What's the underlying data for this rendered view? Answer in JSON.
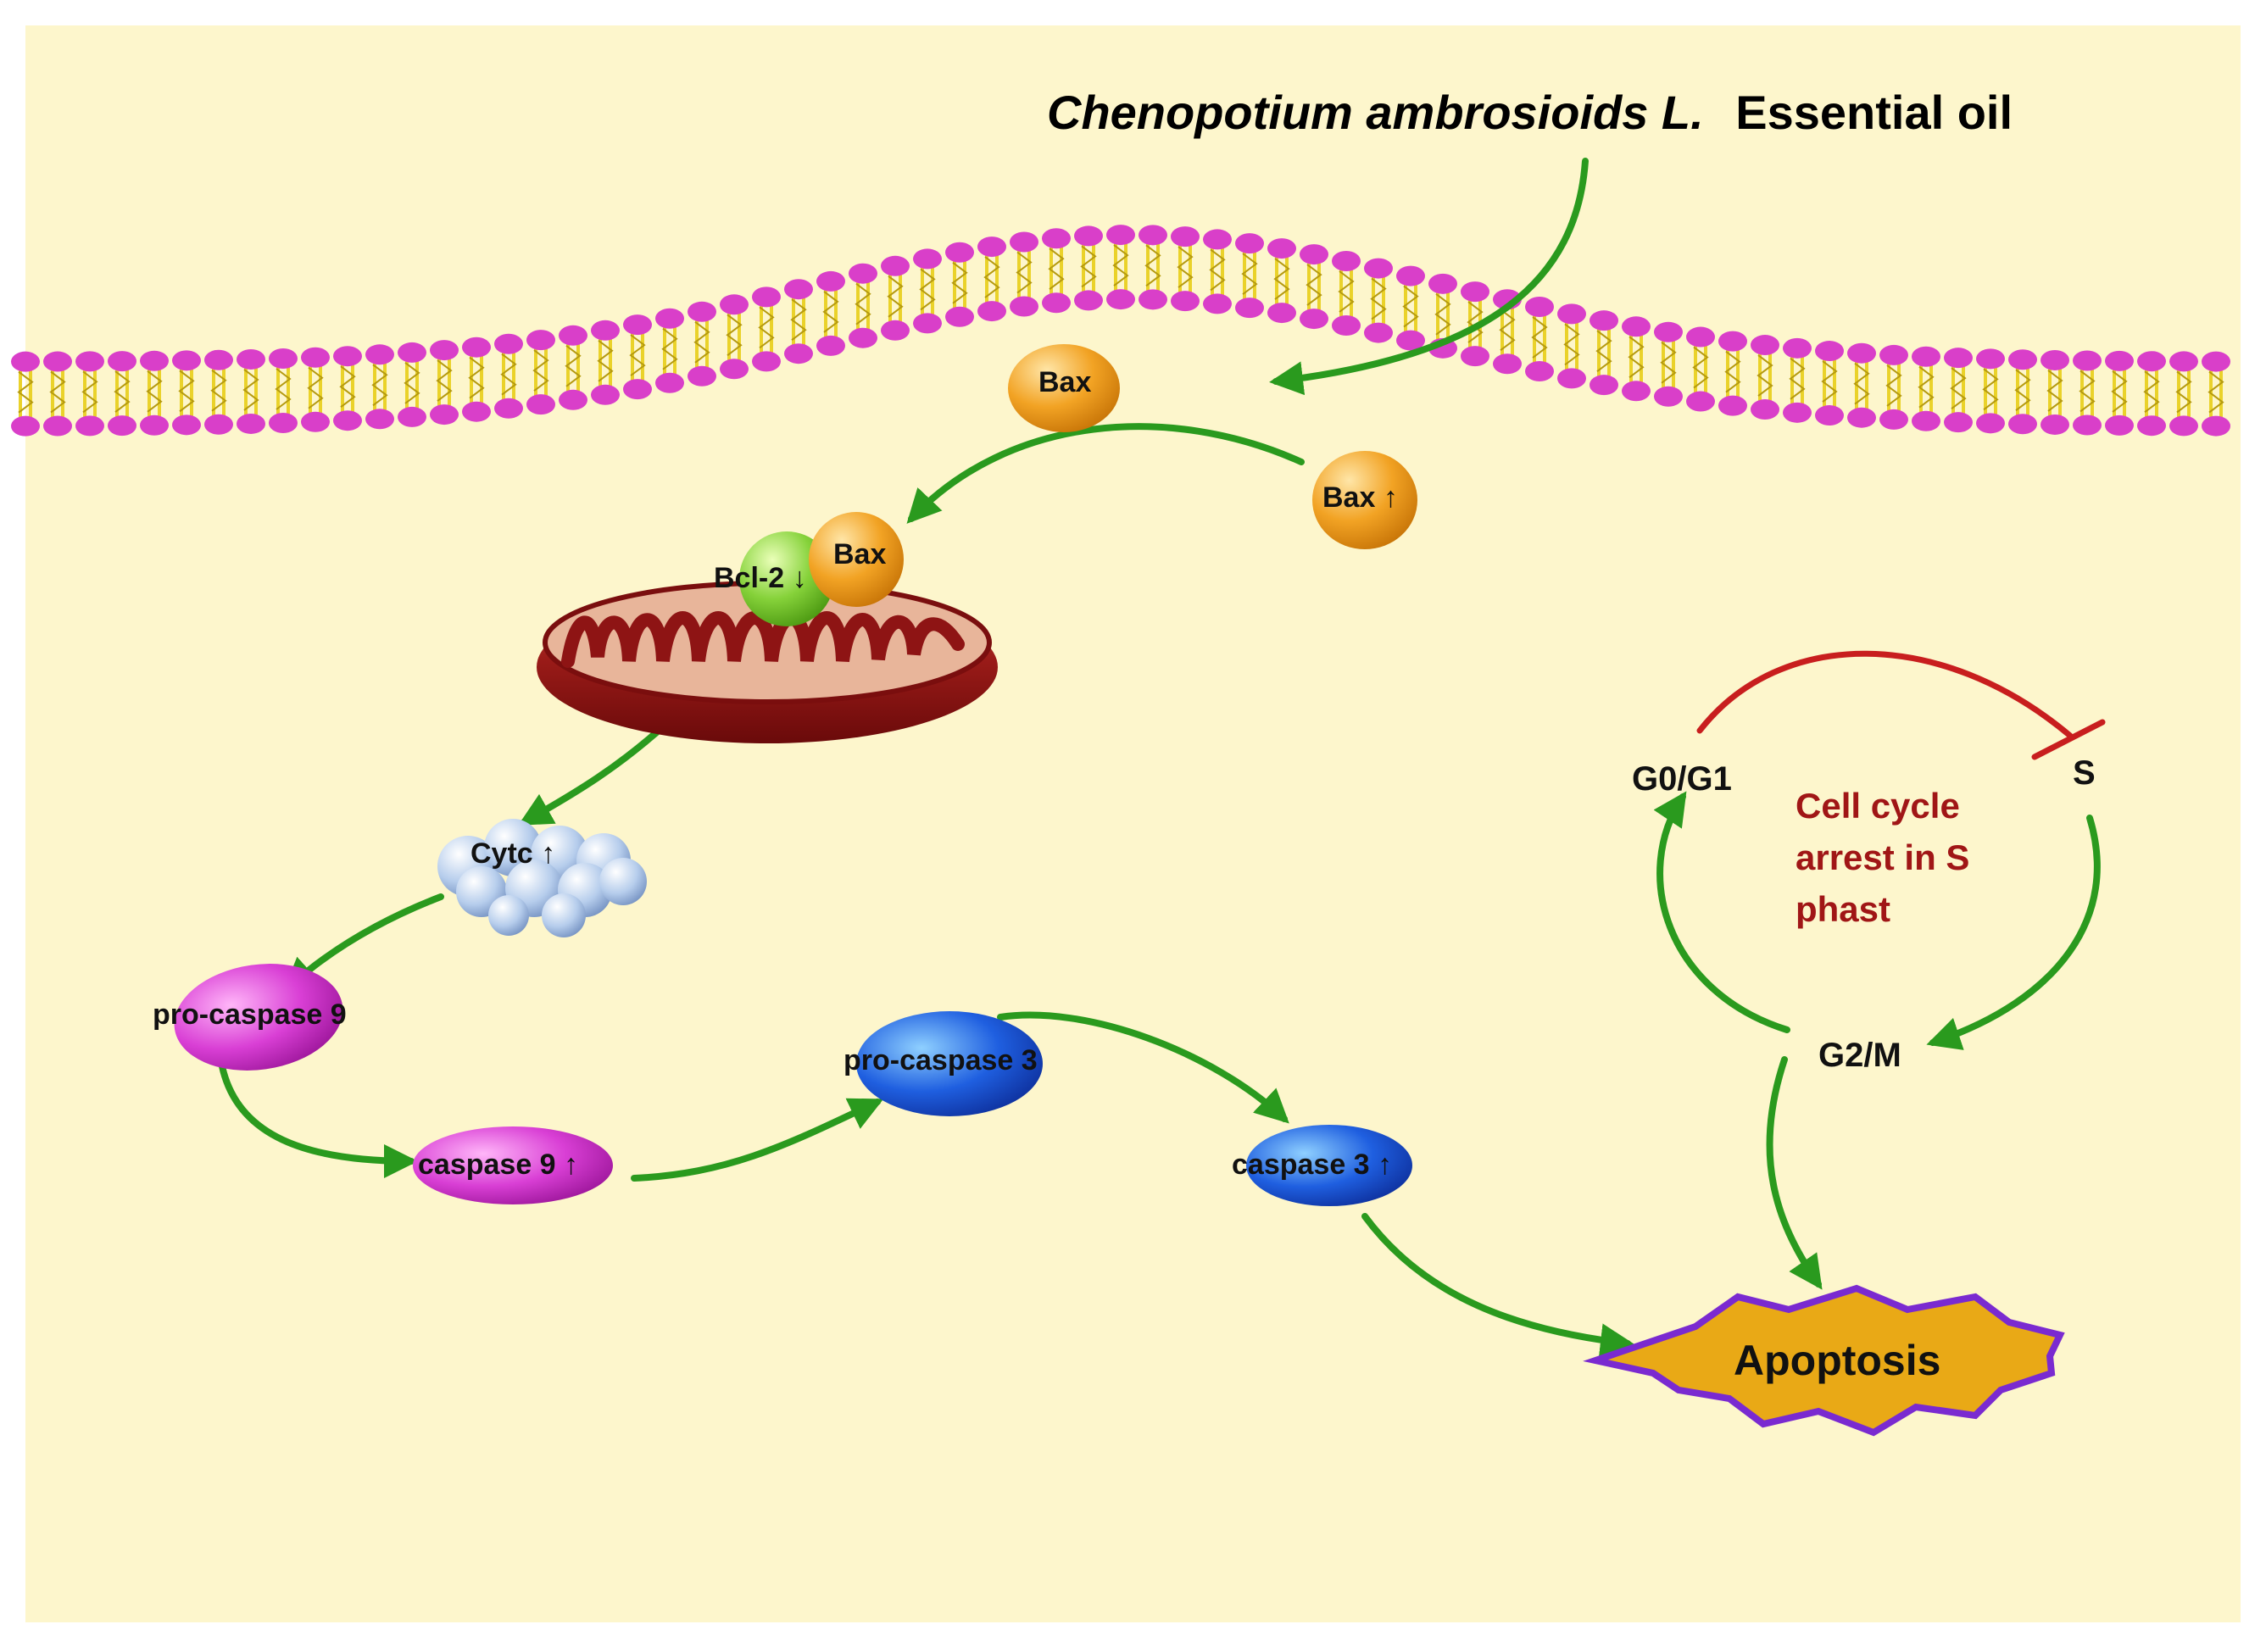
{
  "title": {
    "species": "Chenopotium ambrosioids L.",
    "suffix": "Essential oil"
  },
  "nodes": {
    "bax_membrane": "Bax",
    "bax_up": "Bax ↑",
    "bax_complex": "Bax",
    "bcl2": "Bcl-2 ↓",
    "cytc": "Cytc ↑",
    "procaspase9": "pro-caspase 9",
    "caspase9": "caspase 9 ↑",
    "procaspase3": "pro-caspase 3",
    "caspase3": "caspase 3 ↑",
    "apoptosis": "Apoptosis"
  },
  "cell_cycle": {
    "g0g1": "G0/G1",
    "s": "S",
    "g2m": "G2/M",
    "arrest_lines": [
      "Cell cycle",
      "arrest in S",
      "phast"
    ]
  },
  "colors": {
    "background": "#fdf6cc",
    "arrow": "#2a9a1e",
    "inhibit": "#c81e1e",
    "arrest_text": "#a01616",
    "membrane_head": "#d93fc9",
    "membrane_tail": "#ead22a",
    "bax": "#f2a324",
    "bcl2": "#86d23a",
    "mito": "#8e1414",
    "cytc": "#a8c4ea",
    "caspase9": "#d93fd5",
    "caspase3": "#1f5fe0",
    "apoptosis_fill": "#e9a916",
    "apoptosis_edge": "#7a2ad0"
  }
}
